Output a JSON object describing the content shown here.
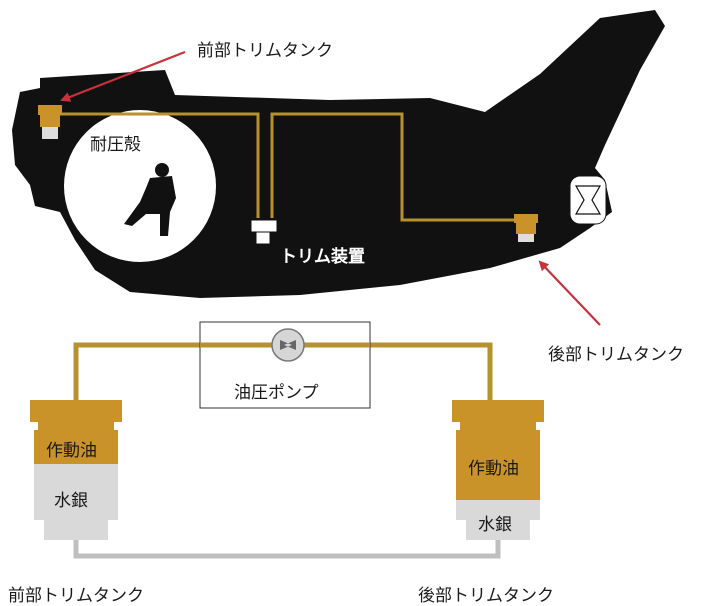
{
  "submarine": {
    "front_tank_label": "前部トリムタンク",
    "rear_tank_label": "後部トリムタンク",
    "pressure_hull_label": "耐圧殻",
    "trim_device_label": "トリム装置"
  },
  "schematic": {
    "pump_label": "油圧ポンプ",
    "front_tank": {
      "oil_label": "作動油",
      "mercury_label": "水銀",
      "caption": "前部トリムタンク"
    },
    "rear_tank": {
      "oil_label": "作動油",
      "mercury_label": "水銀",
      "caption": "後部トリムタンク"
    }
  },
  "colors": {
    "hull": "#111111",
    "oil": "#c9932a",
    "pipe": "#b8912f",
    "mercury": "#d9d9d9",
    "arrow": "#c8323c"
  }
}
